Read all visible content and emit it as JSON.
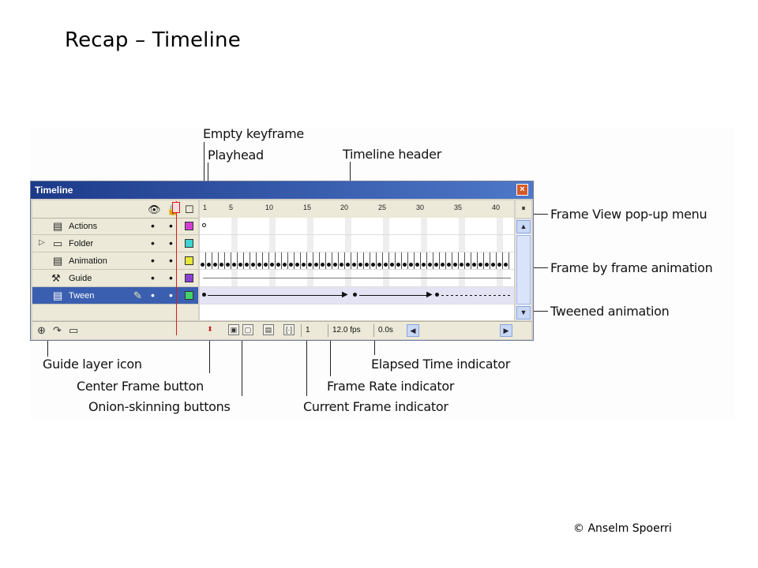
{
  "slide": {
    "title": "Recap – Timeline",
    "copyright": "© Anselm Spoerri"
  },
  "window": {
    "title": "Timeline",
    "close_icon": "close-icon"
  },
  "layer_header_icons": [
    "eye-icon",
    "lock-icon",
    "outline-square-icon"
  ],
  "layers": [
    {
      "name": "Actions",
      "icon": "layer-icon",
      "color": "#d33fd3",
      "selected": false
    },
    {
      "name": "Folder",
      "icon": "folder-icon",
      "color": "#3fd3d3",
      "selected": false
    },
    {
      "name": "Animation",
      "icon": "layer-icon",
      "color": "#e8e83a",
      "selected": false
    },
    {
      "name": "Guide",
      "icon": "guide-icon",
      "color": "#8a3fd3",
      "selected": false
    },
    {
      "name": "Tween",
      "icon": "layer-icon",
      "color": "#3fd36a",
      "selected": true
    }
  ],
  "ruler": {
    "numbers": [
      "1",
      "5",
      "10",
      "15",
      "20",
      "25",
      "30",
      "35",
      "40"
    ]
  },
  "bottom_bar": {
    "current_frame": "1",
    "frame_rate": "12.0 fps",
    "elapsed_time": "0.0s"
  },
  "callouts": {
    "empty_keyframe": "Empty keyframe",
    "playhead": "Playhead",
    "timeline_header": "Timeline header",
    "frame_view_menu": "Frame View pop-up menu",
    "frame_by_frame": "Frame by frame animation",
    "tweened_animation": "Tweened animation",
    "guide_layer_icon": "Guide layer icon",
    "center_frame_button": "Center Frame button",
    "onion_skinning_buttons": "Onion-skinning buttons",
    "elapsed_time_indicator": "Elapsed Time indicator",
    "frame_rate_indicator": "Frame Rate indicator",
    "current_frame_indicator": "Current Frame indicator"
  },
  "colors": {
    "titlebar": "#1d3a8a",
    "selected_layer": "#3b5fb0",
    "playhead": "#d31c1c"
  }
}
